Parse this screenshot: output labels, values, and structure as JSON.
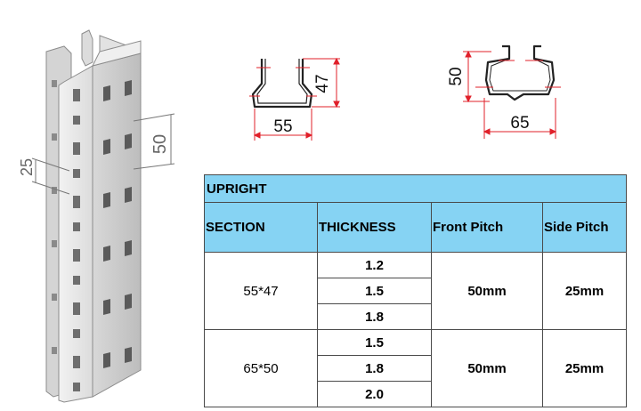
{
  "dimensions": {
    "left_post_side": "25",
    "left_post_front": "50",
    "profile_a_width": "55",
    "profile_a_height": "47",
    "profile_b_height": "50",
    "profile_b_width": "65"
  },
  "table": {
    "title": "UPRIGHT",
    "headers": [
      "SECTION",
      "THICKNESS",
      "Front Pitch",
      "Side Pitch"
    ],
    "groups": [
      {
        "section": "55*47",
        "thicknesses": [
          "1.2",
          "1.5",
          "1.8"
        ],
        "front_pitch": "50mm",
        "side_pitch": "25mm"
      },
      {
        "section": "65*50",
        "thicknesses": [
          "1.5",
          "1.8",
          "2.0"
        ],
        "front_pitch": "50mm",
        "side_pitch": "25mm"
      }
    ]
  },
  "colors": {
    "header_bg": "#86d3f3",
    "dimension_red": "#e0202a",
    "post_face": "#e6e6e6",
    "post_side": "#c9c9c9"
  }
}
